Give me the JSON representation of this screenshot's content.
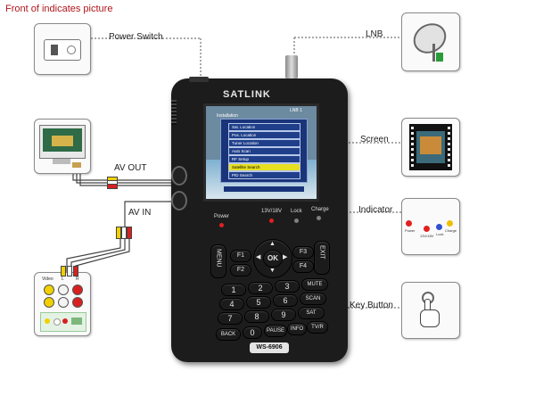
{
  "title": "Front   of indicates picture",
  "callouts": {
    "power_switch": "Power Switch",
    "lnb": "LNB",
    "screen": "Screen",
    "av_out": "AV OUT",
    "av_in": "AV IN",
    "indicator": "Indicator",
    "key_button": "Key Button"
  },
  "device": {
    "brand": "SATLINK",
    "model": "WS-6906",
    "screen_header": "Installation",
    "screen_top_right": "LNB 1",
    "screen_menu": [
      "Sat. Location",
      "Pos. Location",
      "Tuner Location",
      "Auto Scan",
      "RF Setup",
      "Satellite Search",
      "PID Search"
    ],
    "indicators": [
      "Power",
      "13V/18V",
      "Lock",
      "Charge"
    ],
    "keys": {
      "menu": "MENU",
      "exit": "EXIT",
      "f1": "F1",
      "f2": "F2",
      "f3": "F3",
      "f4": "F4",
      "ok": "OK",
      "n1": "1",
      "n2": "2",
      "n3": "3",
      "n4": "4",
      "n5": "5",
      "n6": "6",
      "n7": "7",
      "n8": "8",
      "n9": "9",
      "n0": "0",
      "mute": "MUTE",
      "scan": "SCAN",
      "sat": "SAT",
      "back": "BACK",
      "pause": "PAUSE",
      "info": "INFO",
      "tvr": "TV/R"
    }
  },
  "av_connector_labels": [
    "Video",
    "L",
    "R"
  ],
  "indicator_legend": [
    "Power",
    "13V/18V",
    "Lock",
    "Charge"
  ],
  "colors": {
    "title": "#b0151b",
    "device_body": "#1c1c1c",
    "screen_blue": "#1f3f8a",
    "led_red": "#e02020",
    "jack_yellow": "#f0d000",
    "jack_red": "#d82020",
    "jack_white": "#f4f4f4"
  }
}
